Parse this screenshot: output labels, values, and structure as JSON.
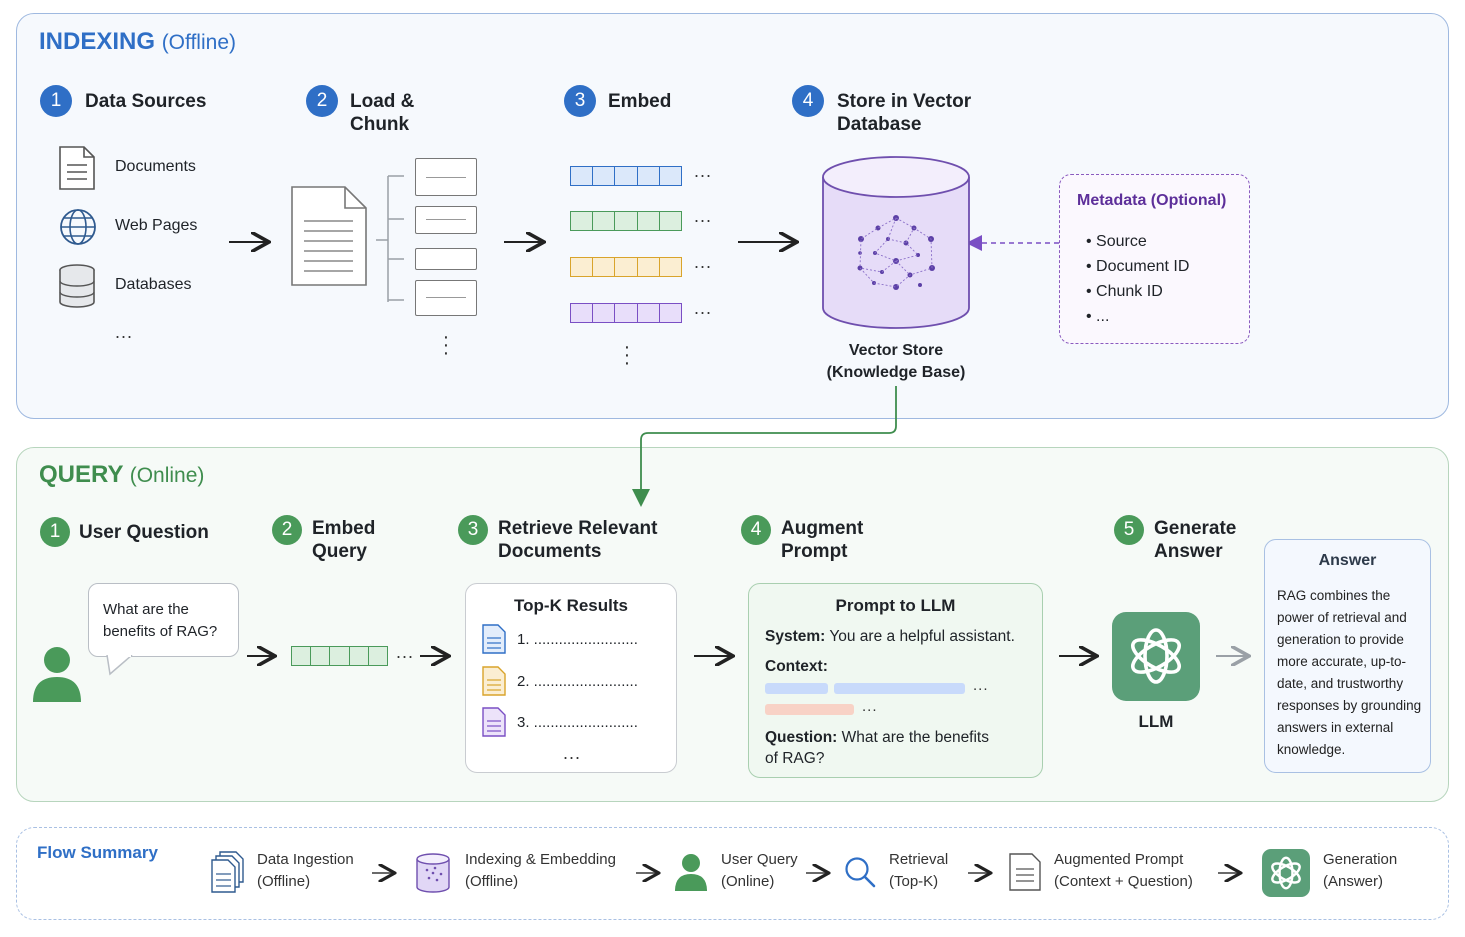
{
  "indexing": {
    "title": "INDEXING",
    "subtitle": "(Offline)",
    "steps": [
      {
        "num": "1",
        "title_l1": "Data Sources",
        "title_l2": ""
      },
      {
        "num": "2",
        "title_l1": "Load &",
        "title_l2": "Chunk"
      },
      {
        "num": "3",
        "title_l1": "Embed",
        "title_l2": ""
      },
      {
        "num": "4",
        "title_l1": "Store in Vector",
        "title_l2": "Database"
      }
    ],
    "sources": [
      "Documents",
      "Web Pages",
      "Databases",
      "..."
    ],
    "more": "...",
    "vector_store_l1": "Vector Store",
    "vector_store_l2": "(Knowledge Base)",
    "metadata": {
      "title": "Metadata (Optional)",
      "items": [
        "Source",
        "Document ID",
        "Chunk ID",
        "..."
      ]
    },
    "colors": {
      "blue": "#2f6fc6",
      "green": "#4a9a5a",
      "orange": "#d9a42b",
      "purple": "#7a4fc4"
    }
  },
  "query": {
    "title": "QUERY",
    "subtitle": "(Online)",
    "steps": [
      {
        "num": "1",
        "title_l1": "User Question",
        "title_l2": ""
      },
      {
        "num": "2",
        "title_l1": "Embed",
        "title_l2": "Query"
      },
      {
        "num": "3",
        "title_l1": "Retrieve Relevant",
        "title_l2": "Documents"
      },
      {
        "num": "4",
        "title_l1": "Augment",
        "title_l2": "Prompt"
      },
      {
        "num": "5",
        "title_l1": "Generate",
        "title_l2": "Answer"
      }
    ],
    "question_l1": "What are the",
    "question_l2": "benefits of RAG?",
    "more": "...",
    "topk": {
      "title": "Top-K Results",
      "items": [
        "1. .........................",
        "2. .........................",
        "3. ........................."
      ],
      "more": "..."
    },
    "prompt": {
      "title": "Prompt to LLM",
      "system_label": "System:",
      "system_text": "You are a helpful assistant.",
      "context_label": "Context:",
      "question_label": "Question:",
      "question_text_l1": "What are the benefits",
      "question_text_l2": "of RAG?",
      "more": "..."
    },
    "llm_label": "LLM",
    "answer": {
      "title": "Answer",
      "lines": [
        "RAG combines the",
        "power of retrieval and",
        "generation to provide",
        "more accurate, up-to-",
        "date, and trustworthy",
        "responses by grounding",
        "answers in external",
        "knowledge."
      ]
    }
  },
  "summary": {
    "title": "Flow Summary",
    "items": [
      {
        "l1": "Data Ingestion",
        "l2": "(Offline)",
        "icon": "documents-icon"
      },
      {
        "l1": "Indexing & Embedding",
        "l2": "(Offline)",
        "icon": "database-icon"
      },
      {
        "l1": "User Query",
        "l2": "(Online)",
        "icon": "user-icon"
      },
      {
        "l1": "Retrieval",
        "l2": "(Top-K)",
        "icon": "search-icon"
      },
      {
        "l1": "Augmented Prompt",
        "l2": "(Context + Question)",
        "icon": "document-icon"
      },
      {
        "l1": "Generation",
        "l2": "(Answer)",
        "icon": "openai-logo-icon"
      }
    ]
  }
}
